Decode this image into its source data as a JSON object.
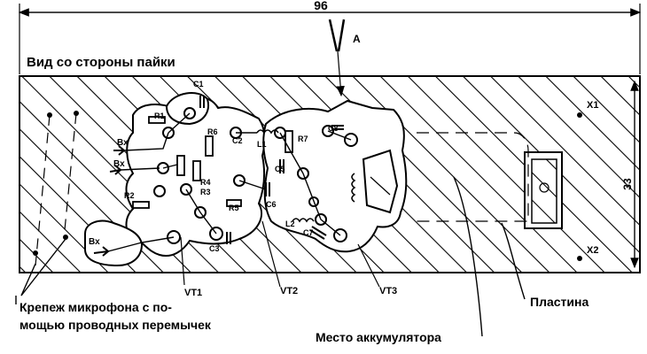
{
  "dimensions": {
    "width": "96",
    "height": "33"
  },
  "view_label": "Вид со стороны пайки",
  "antenna_label": "А",
  "terminals": [
    "X1",
    "X2"
  ],
  "inputs": [
    "Вх",
    "Вх",
    "Вх"
  ],
  "components": {
    "resistors": [
      "R1",
      "R2",
      "R3",
      "R4",
      "R5",
      "R6",
      "R7"
    ],
    "capacitors": [
      "C1",
      "C2",
      "C3",
      "C5",
      "C6",
      "C7",
      "C8"
    ],
    "coils": [
      "L1",
      "L2"
    ],
    "transistors": [
      "VT1",
      "VT2",
      "VT3"
    ]
  },
  "callouts": {
    "mic_mount_line1": "Крепеж микрофона с по-",
    "mic_mount_line2": "мощью проводных перемычек",
    "plate": "Пластина",
    "battery": "Место аккумулятора"
  },
  "colors": {
    "ink": "#000000",
    "paper": "#ffffff"
  }
}
